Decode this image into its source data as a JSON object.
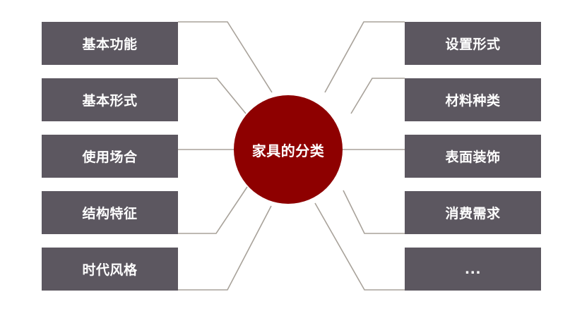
{
  "center": {
    "label": "家具的分类"
  },
  "left_items": [
    {
      "label": "基本功能"
    },
    {
      "label": "基本形式"
    },
    {
      "label": "使用场合"
    },
    {
      "label": "结构特征"
    },
    {
      "label": "时代风格"
    }
  ],
  "right_items": [
    {
      "label": "设置形式"
    },
    {
      "label": "材料种类"
    },
    {
      "label": "表面装饰"
    },
    {
      "label": "消费需求"
    },
    {
      "label": "..."
    }
  ],
  "colors": {
    "box": "#5c5760",
    "hub": "#8e0000",
    "connector": "#a8a29a",
    "text": "#ffffff"
  }
}
